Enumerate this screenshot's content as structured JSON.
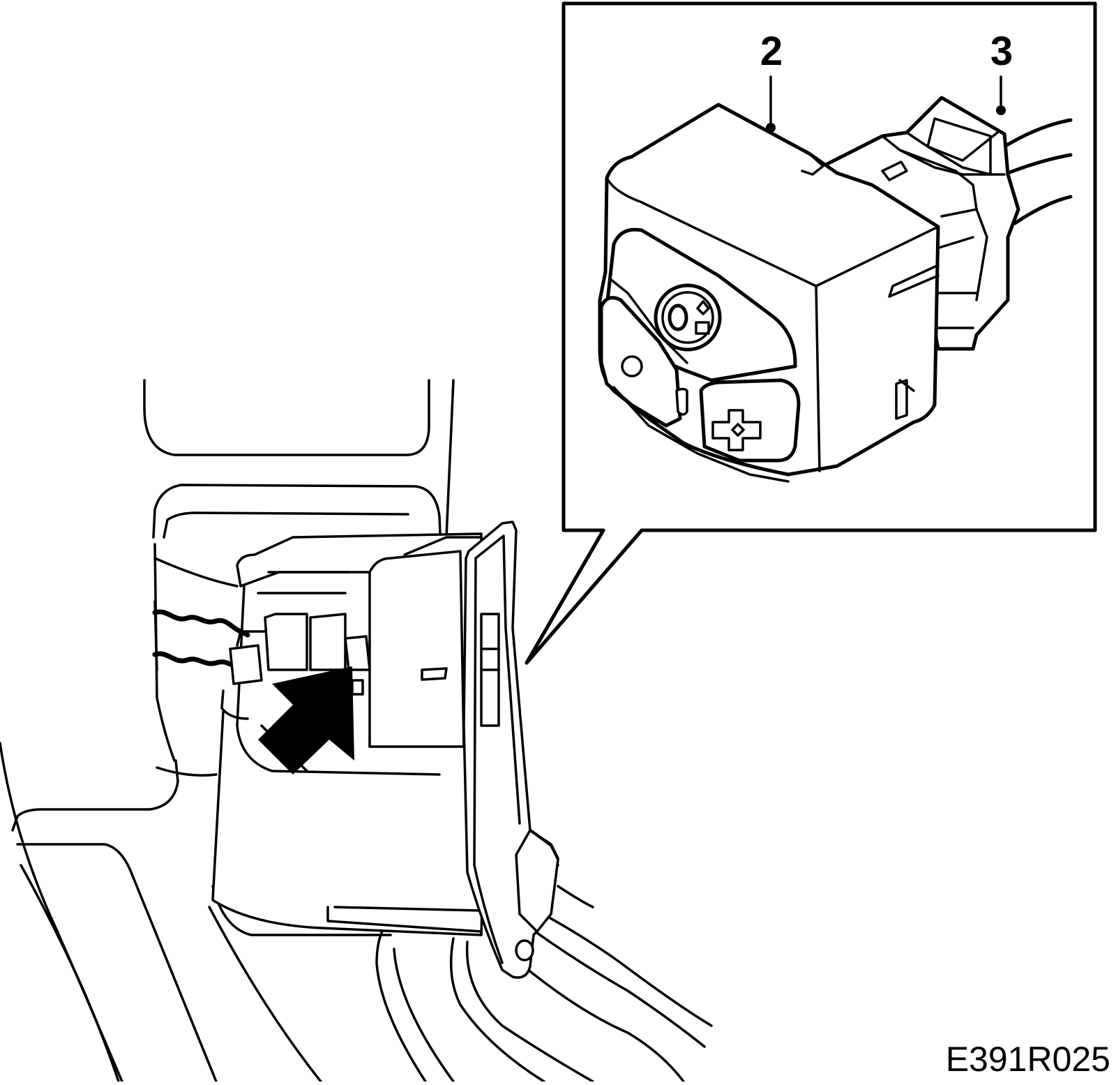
{
  "callouts": {
    "label_2": "2",
    "label_3": "3"
  },
  "figure": {
    "reference_code": "E391R025"
  }
}
